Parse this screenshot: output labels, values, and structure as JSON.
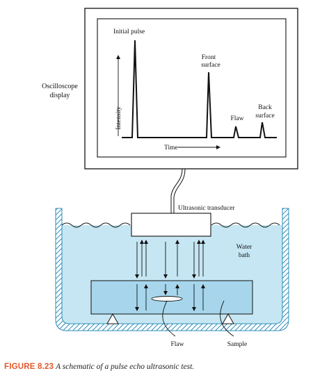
{
  "labels": {
    "oscilloscope_line1": "Oscilloscope",
    "oscilloscope_line2": "display",
    "initial_pulse": "Initial pulse",
    "front_surface_line1": "Front",
    "front_surface_line2": "surface",
    "back_surface_line1": "Back",
    "back_surface_line2": "surface",
    "flaw_peak": "Flaw",
    "intensity_axis": "Intensity",
    "time_axis": "Time",
    "ultrasonic_transducer": "Ultrasonic transducer",
    "water_line1": "Water",
    "water_line2": "bath",
    "flaw_callout": "Flaw",
    "sample_callout": "Sample"
  },
  "caption": {
    "number": "FIGURE 8.23",
    "text": "A schematic of a pulse echo ultrasonic test."
  },
  "colors": {
    "water": "#c6e6f3",
    "tank_hatch": "#2c8dbb",
    "caption_accent": "#e0582a",
    "line": "#111111"
  }
}
